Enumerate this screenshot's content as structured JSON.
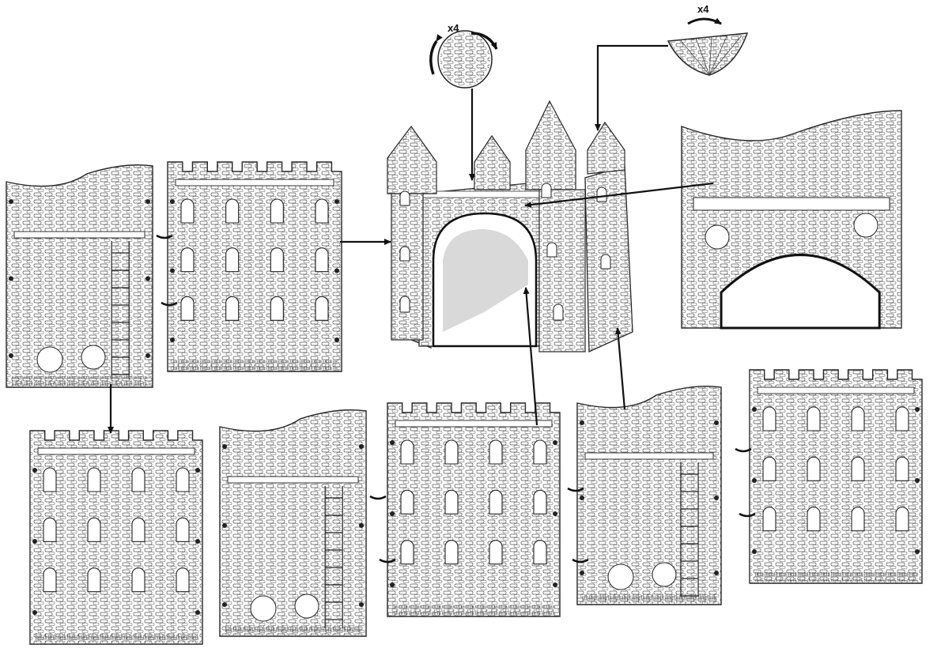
{
  "diagram": {
    "line_color": "#222222",
    "arrow_color": "#111111",
    "fill_color": "#ffffff",
    "shade_color": "#d9d9d9",
    "round_tower_top": {
      "icon": "tower-cap-icon",
      "quantity_label": "x4"
    },
    "cone_roof": {
      "icon": "cone-roof-icon",
      "quantity_label": "x4"
    },
    "assembled_castle": {
      "icon": "castle-icon"
    },
    "panels_top_row": [
      {
        "name": "ladder-wall-panel",
        "type": "ladder"
      },
      {
        "name": "window-wall-panel",
        "type": "windows"
      },
      {
        "name": "arch-gate-panel",
        "type": "arch"
      }
    ],
    "panels_bottom_row": [
      {
        "name": "window-wall-panel",
        "type": "windows"
      },
      {
        "name": "ladder-wall-panel",
        "type": "ladder"
      },
      {
        "name": "window-wall-panel",
        "type": "windows"
      },
      {
        "name": "ladder-wall-panel",
        "type": "ladder"
      },
      {
        "name": "window-wall-panel",
        "type": "windows"
      }
    ]
  }
}
